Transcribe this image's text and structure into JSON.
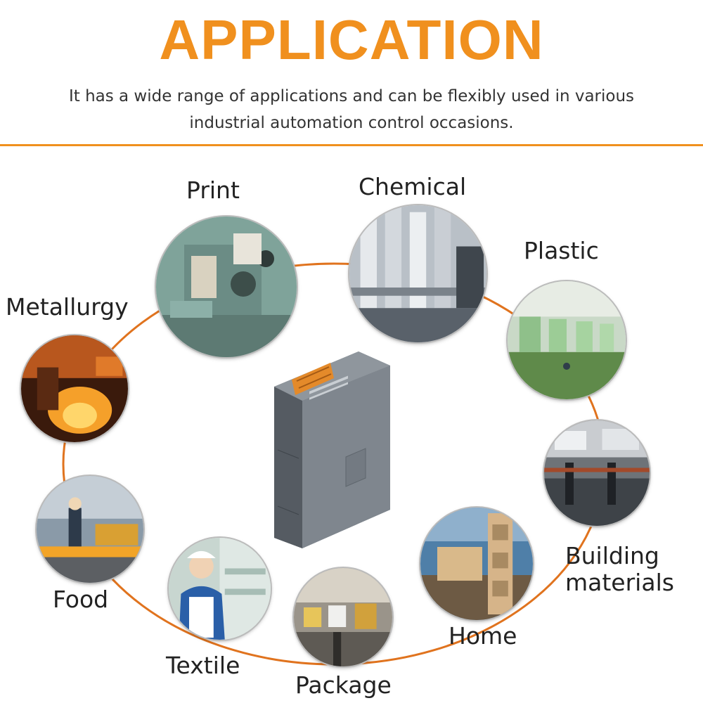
{
  "header": {
    "title": "APPLICATION",
    "subtitle_line1": "It has a wide range of applications and can be flexibly used in various",
    "subtitle_line2": "industrial automation control occasions."
  },
  "colors": {
    "accent": "#f0901e",
    "ring": "#e0731e"
  },
  "applications": {
    "print": "Print",
    "chemical": "Chemical",
    "plastic": "Plastic",
    "metallurgy": "Metallurgy",
    "building_line1": "Building",
    "building_line2": "materials",
    "food": "Food",
    "home": "Home",
    "textile": "Textile",
    "package": "Package"
  },
  "center_product": "plc-io-module"
}
